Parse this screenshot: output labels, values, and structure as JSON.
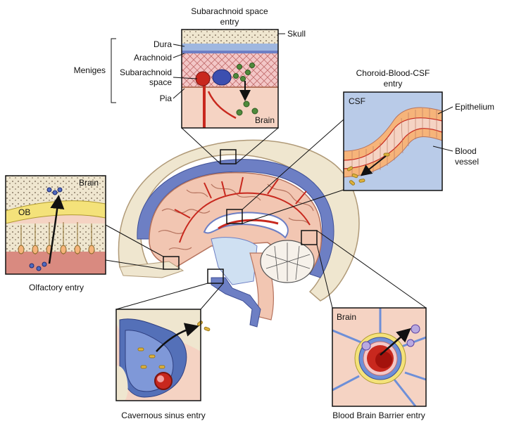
{
  "panels": {
    "subarachnoid": {
      "title_line1": "Subarachnoid space",
      "title_line2": "entry",
      "layer_labels": {
        "skull": "Skull",
        "dura": "Dura",
        "arachnoid": "Arachnoid",
        "subarachnoid_line1": "Subarachnoid",
        "subarachnoid_line2": "space",
        "pia": "Pia"
      },
      "group_label": "Meniges",
      "inner_label": "Brain"
    },
    "choroid": {
      "title_line1": "Choroid-Blood-CSF",
      "title_line2": "entry",
      "inner_label": "CSF",
      "epithelium_label": "Epithelium",
      "vessel_line1": "Blood",
      "vessel_line2": "vessel"
    },
    "olfactory": {
      "title": "Olfactory entry",
      "inner_label": "Brain",
      "ob_label": "OB"
    },
    "cavernous": {
      "title": "Cavernous sinus entry"
    },
    "bbb": {
      "title": "Blood Brain Barrier entry",
      "inner_label": "Brain"
    }
  },
  "colors": {
    "brain_tissue": "#f2c6b2",
    "brain_outline": "#b5735e",
    "meninges_blue": "#6d7fc4",
    "vessel_red": "#c8281e",
    "csf_blue": "#cfe0f2",
    "skull_beige": "#efe6cf",
    "bone_dots": "#8a7a66",
    "epithelium_orange": "#f6b47a",
    "pathogen_green": "#4f8a3c",
    "bacteria_yellow": "#e0b23a",
    "panel_bg_blue": "#b9cbe8"
  }
}
